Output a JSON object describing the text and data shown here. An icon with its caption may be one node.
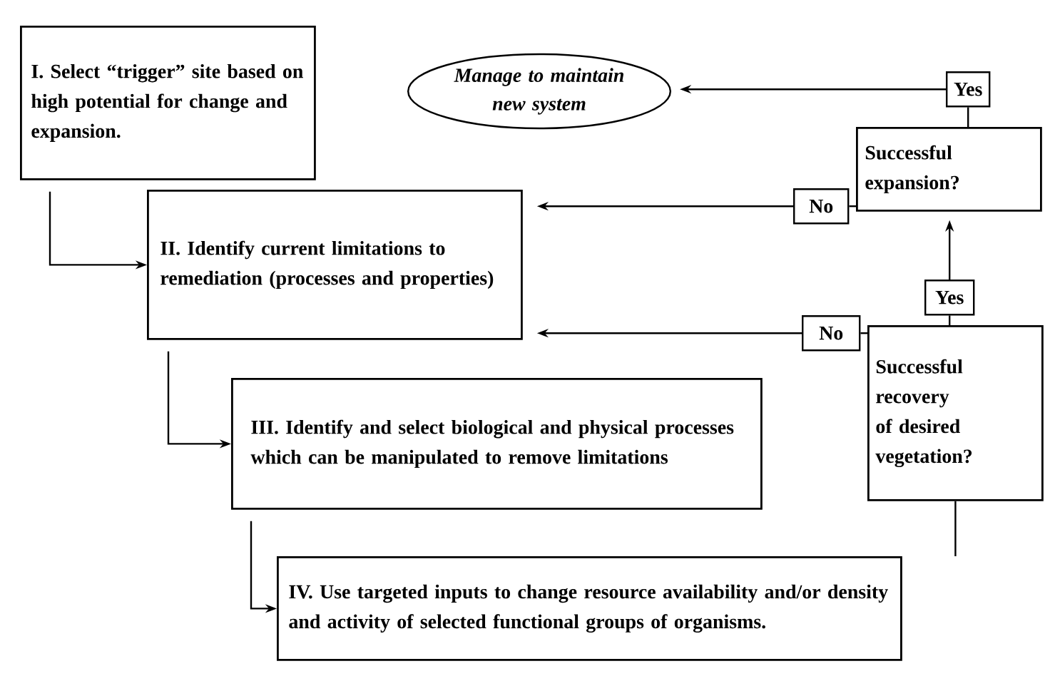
{
  "diagram": {
    "nodes": [
      {
        "text": [
          "I. Select “trigger” site based on high potential for change and expansion."
        ]
      },
      {
        "text": [
          "II. Identify current limitations to remediation (processes and properties)"
        ]
      },
      {
        "text": [
          "III. Identify and select biological and physical processes which can be manipulated to remove limitations"
        ]
      },
      {
        "text": [
          "IV. Use targeted inputs to change resource availability and/or density and activity of selected functional groups of organisms."
        ]
      },
      {
        "text": [
          "Manage to maintain new system"
        ]
      },
      {
        "text": [
          "Yes"
        ]
      },
      {
        "text": [
          "Successful expansion?"
        ]
      },
      {
        "text": [
          "No"
        ]
      },
      {
        "text": [
          "Yes"
        ]
      },
      {
        "text": [
          "Successful recovery of desired vegetation?"
        ]
      },
      {
        "text": [
          "No"
        ]
      }
    ],
    "edges": [
      {
        "from": 0,
        "to": 1,
        "arrow": "to"
      },
      {
        "from": 1,
        "to": 2,
        "arrow": "to"
      },
      {
        "from": 2,
        "to": 3,
        "arrow": "to"
      },
      {
        "from": 3,
        "to": 9,
        "arrow": "none"
      },
      {
        "from": 9,
        "to": 8,
        "arrow": "none"
      },
      {
        "from": 8,
        "to": 6,
        "arrow": "to"
      },
      {
        "from": 6,
        "to": 5,
        "arrow": "none"
      },
      {
        "from": 5,
        "to": 4,
        "arrow": "to"
      },
      {
        "from": 6,
        "to": 7,
        "arrow": "none"
      },
      {
        "from": 7,
        "to": 1,
        "arrow": "to"
      },
      {
        "from": 9,
        "to": 10,
        "arrow": "none"
      },
      {
        "from": 10,
        "to": 1,
        "arrow": "to"
      }
    ]
  }
}
